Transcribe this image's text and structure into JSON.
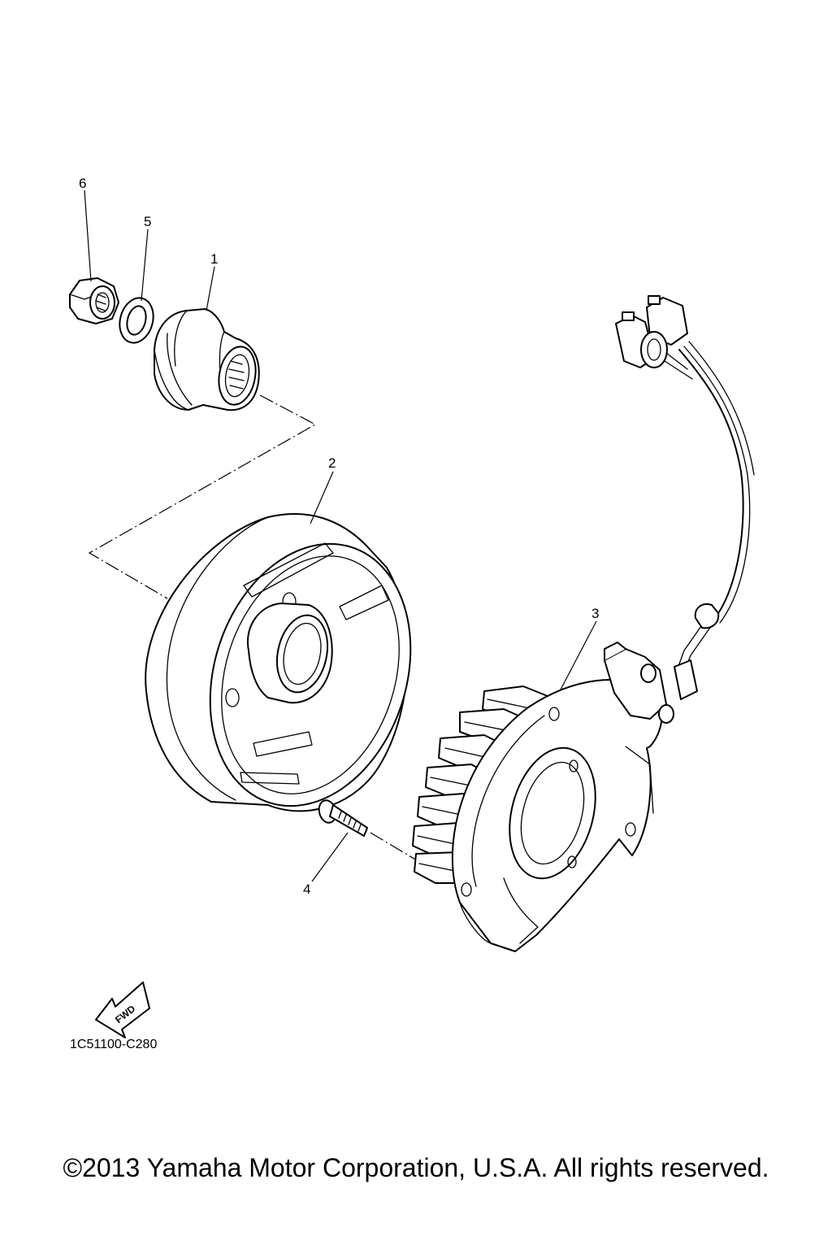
{
  "callouts": {
    "p1": "1",
    "p2": "2",
    "p3": "3",
    "p4": "4",
    "p5": "5",
    "p6": "6"
  },
  "diagram_code": "1C51100-C280",
  "fwd_label": "FWD",
  "copyright": "©2013 Yamaha Motor Corporation, U.S.A. All rights reserved."
}
